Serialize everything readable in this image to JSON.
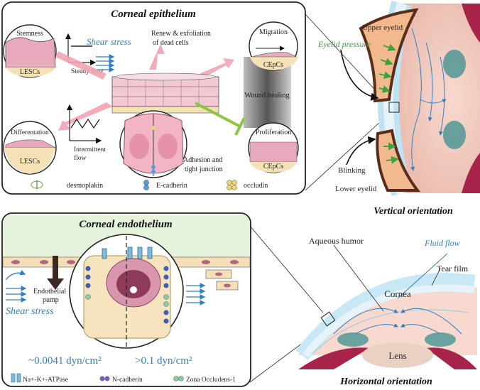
{
  "epithelium": {
    "title": "Corneal epithelium",
    "stemness": "Stemness",
    "lescs_top": "LESCs",
    "shear_stress": "Shear stress",
    "steady_flow": "Steady flow",
    "renew_line1": "Renew & exfoliation",
    "renew_line2": "of dead cells",
    "migration": "Migration",
    "cepcs_top": "CEpCs",
    "wound_healing": "Wound healing",
    "differentiation": "Differentation",
    "lescs_bottom": "LESCs",
    "intermittent_line1": "Intermittent",
    "intermittent_line2": "flow",
    "adhesion_line1": "Adhesion and",
    "adhesion_line2": "tight junction",
    "proliferation": "Proliferation",
    "cepcs_bottom": "CEpCs",
    "legend": [
      "desmoplakin",
      "E-cadherin",
      "occludin"
    ]
  },
  "vertical": {
    "upper_eyelid": "Upper eyelid",
    "eyelid_pressure": "Eyelid pressure",
    "blinking": "Blinking",
    "lower_eyelid": "Lower eyelid",
    "caption": "Vertical orientation"
  },
  "endothelium": {
    "title": "Corneal endothelium",
    "endothelial_pump_line1": "Endothelial",
    "endothelial_pump_line2": "pump",
    "shear_stress": "Shear stress",
    "value_left": "~0.0041 dyn/cm²",
    "value_right": ">0.1 dyn/cm²",
    "legend": [
      "Na+-K+-ATPase",
      "N-cadherin",
      "Zona Occludens-1"
    ]
  },
  "horizontal": {
    "aqueous_humor": "Aqueous humor",
    "fluid_flow": "Fluid flow",
    "tear_film": "Tear film",
    "cornea": "Cornea",
    "lens": "Lens",
    "caption": "Horizontal orientation"
  },
  "colors": {
    "flow_blue": "#2f7fc0",
    "pressure_green": "#3aa33a",
    "cell_pink": "#e8a8b8",
    "eyelid_orange": "#f2b98e",
    "iris_red": "#a8234a"
  }
}
